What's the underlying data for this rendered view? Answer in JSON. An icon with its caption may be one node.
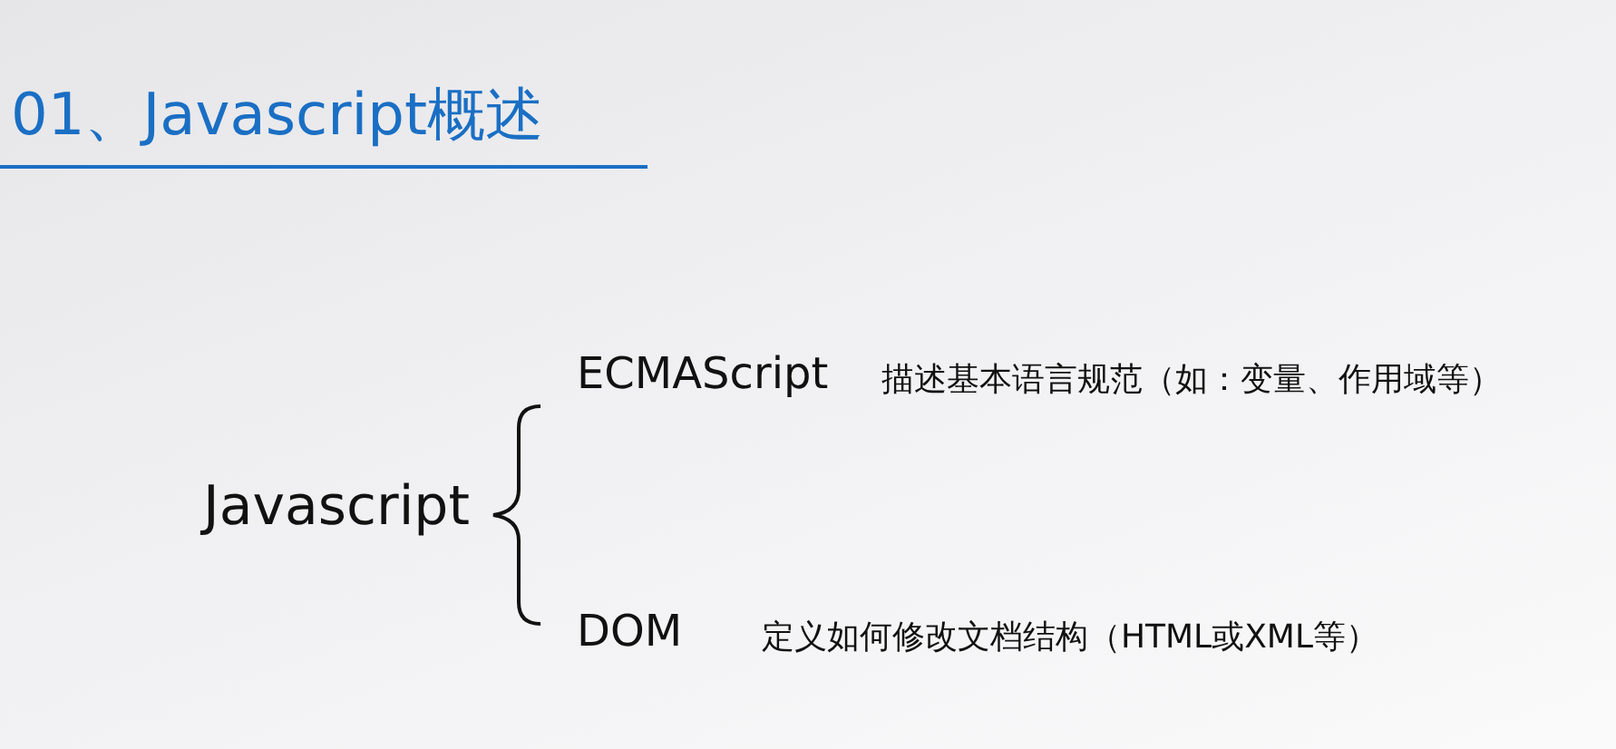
{
  "diagram": {
    "title": "01、Javascript概述",
    "labels": [
      "Javascript",
      "ECMAScript",
      "描述基本语言规范（如：变量、作用域等）",
      "DOM",
      "定义如何修改文档结构（HTML或XML等）"
    ]
  }
}
